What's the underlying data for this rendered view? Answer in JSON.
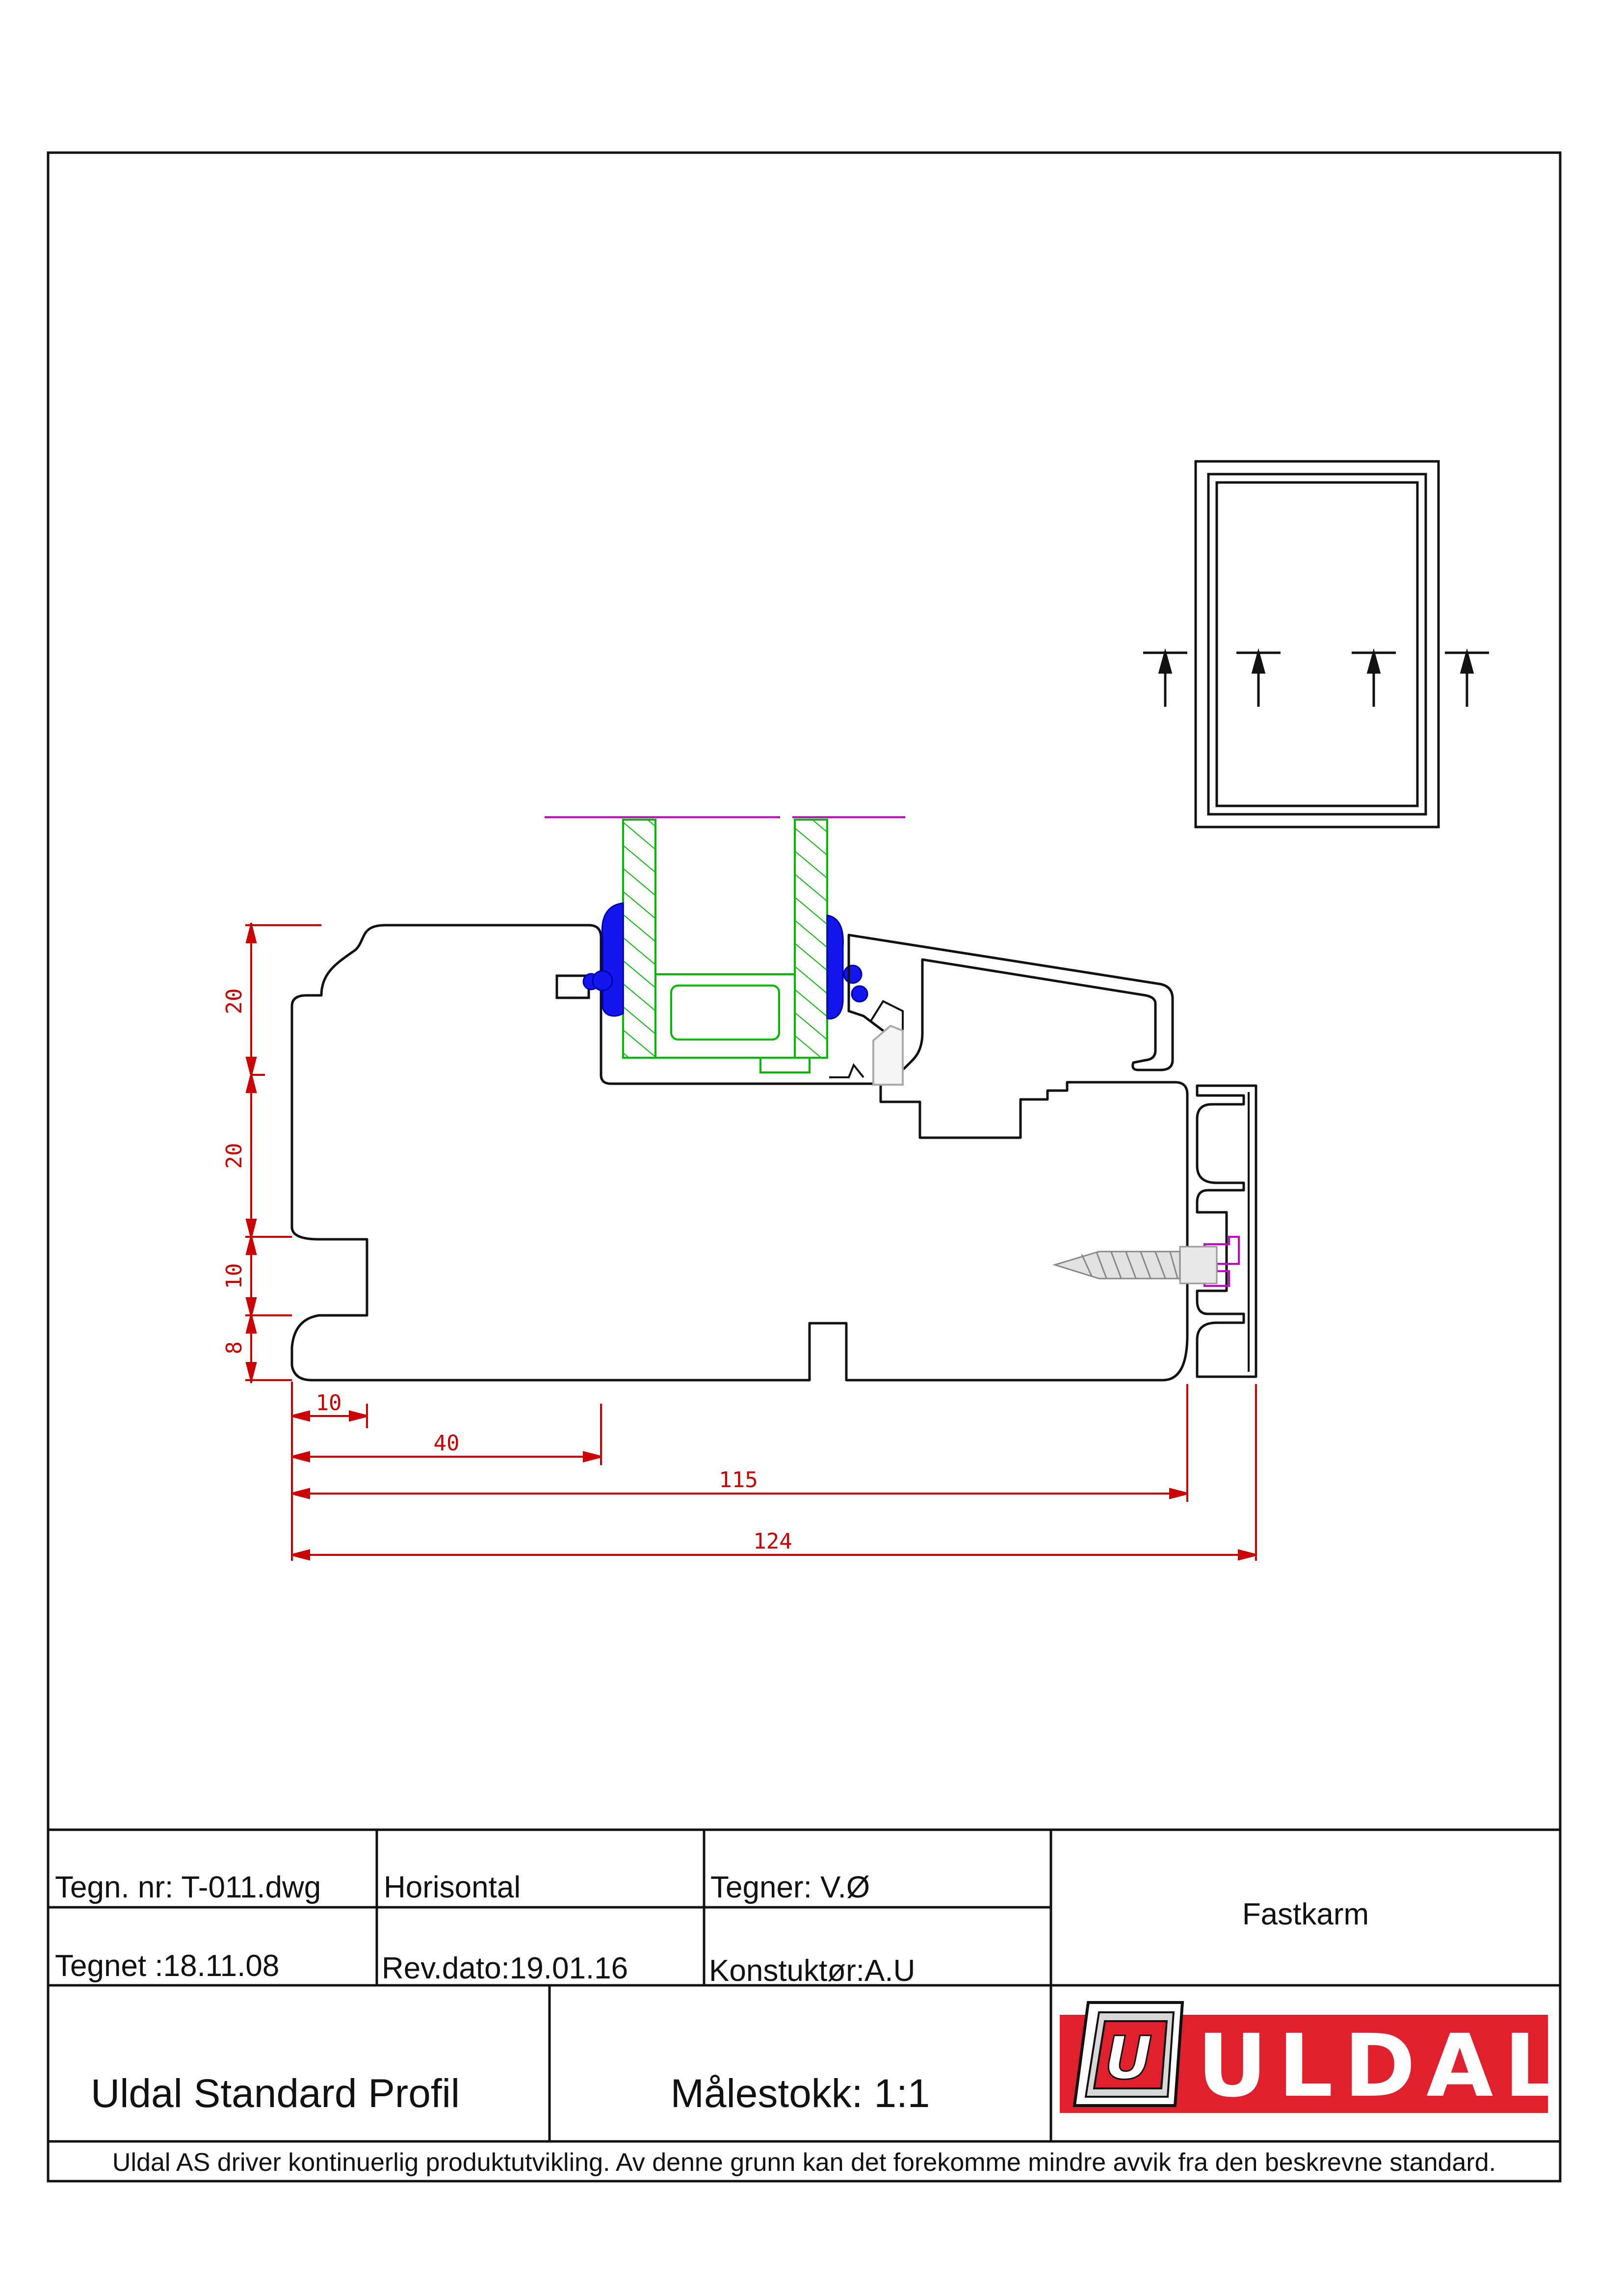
{
  "title_block": {
    "drawing_number": "Tegn. nr: T-011.dwg",
    "view": "Horisontal",
    "drafter": "Tegner: V.Ø",
    "product": "Fastkarm",
    "drawn_date": "Tegnet :18.11.08",
    "revision_date": "Rev.dato:19.01.16",
    "constructor": "Konstuktør:A.U",
    "series": "Uldal Standard Profil",
    "scale": "Målestokk: 1:1",
    "disclaimer": "Uldal AS driver kontinuerlig produktutvikling. Av denne grunn kan det forekomme mindre avvik fra den beskrevne standard."
  },
  "logo": {
    "mark_letter": "U",
    "wordmark": "ULDAL",
    "brand_color": "#e0202d"
  },
  "dimensions": {
    "vertical": [
      "20",
      "20",
      "10",
      "8"
    ],
    "horizontal": [
      "10",
      "40",
      "115",
      "124"
    ]
  },
  "colors": {
    "dimension": "#cc0000",
    "glazing": "#00bb00",
    "gasket": "#0000ee",
    "accent_line": "#cc00cc",
    "outline": "#111111"
  }
}
